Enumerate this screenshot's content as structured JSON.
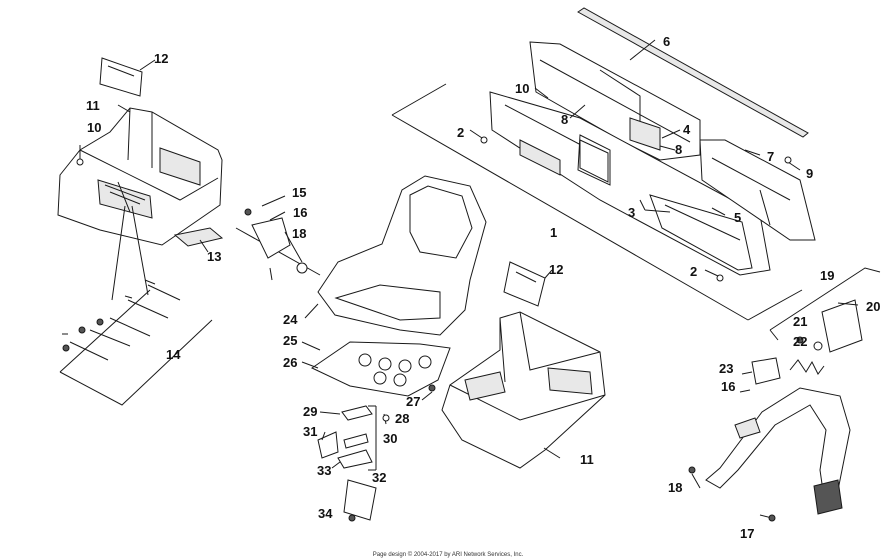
{
  "callouts": {
    "c1": "1",
    "c2a": "2",
    "c2b": "2",
    "c3": "3",
    "c4": "4",
    "c5": "5",
    "c6": "6",
    "c7": "7",
    "c8a": "8",
    "c8b": "8",
    "c9": "9",
    "c10a": "10",
    "c10b": "10",
    "c11a": "11",
    "c11b": "11",
    "c12a": "12",
    "c12b": "12",
    "c13": "13",
    "c14": "14",
    "c15": "15",
    "c16a": "16",
    "c16b": "16",
    "c17": "17",
    "c18a": "18",
    "c18b": "18",
    "c19": "19",
    "c20": "20",
    "c21": "21",
    "c22": "22",
    "c23": "23",
    "c24": "24",
    "c25": "25",
    "c26": "26",
    "c27": "27",
    "c28": "28",
    "c29": "29",
    "c30": "30",
    "c31": "31",
    "c32": "32",
    "c33": "33",
    "c34": "34"
  },
  "footer": "Page design © 2004-2017 by ARI Network Services, Inc."
}
